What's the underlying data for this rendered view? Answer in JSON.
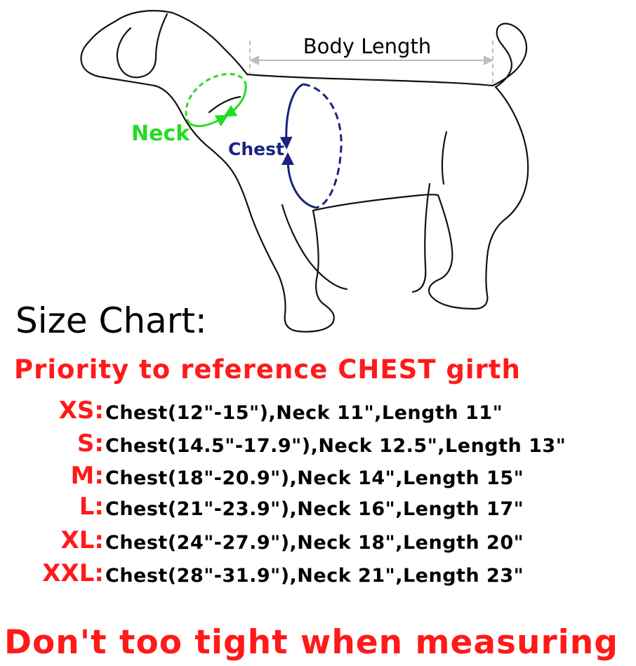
{
  "diagram": {
    "body_length_label": "Body Length",
    "neck_label": "Neck",
    "chest_label": "Chest",
    "colors": {
      "neck": "#22dd22",
      "chest": "#1a237e",
      "guide": "#bdbdbd",
      "outline": "#111111"
    }
  },
  "chart": {
    "title": "Size Chart:",
    "priority_note": "Priority to reference CHEST girth",
    "rows": [
      {
        "size": "XS",
        "spec": "Chest(12\"-15\"),Neck 11\",Length 11\""
      },
      {
        "size": "S",
        "spec": "Chest(14.5\"-17.9\"),Neck 12.5\",Length 13\""
      },
      {
        "size": "M",
        "spec": "Chest(18\"-20.9\"),Neck 14\",Length 15\""
      },
      {
        "size": "L",
        "spec": "Chest(21\"-23.9\"),Neck 16\",Length 17\""
      },
      {
        "size": "XL",
        "spec": "Chest(24\"-27.9\"),Neck 18\",Length 20\""
      },
      {
        "size": "XXL",
        "spec": "Chest(28\"-31.9\"),Neck 21\",Length 23\""
      }
    ],
    "warning": "Don't too tight when measuring"
  }
}
